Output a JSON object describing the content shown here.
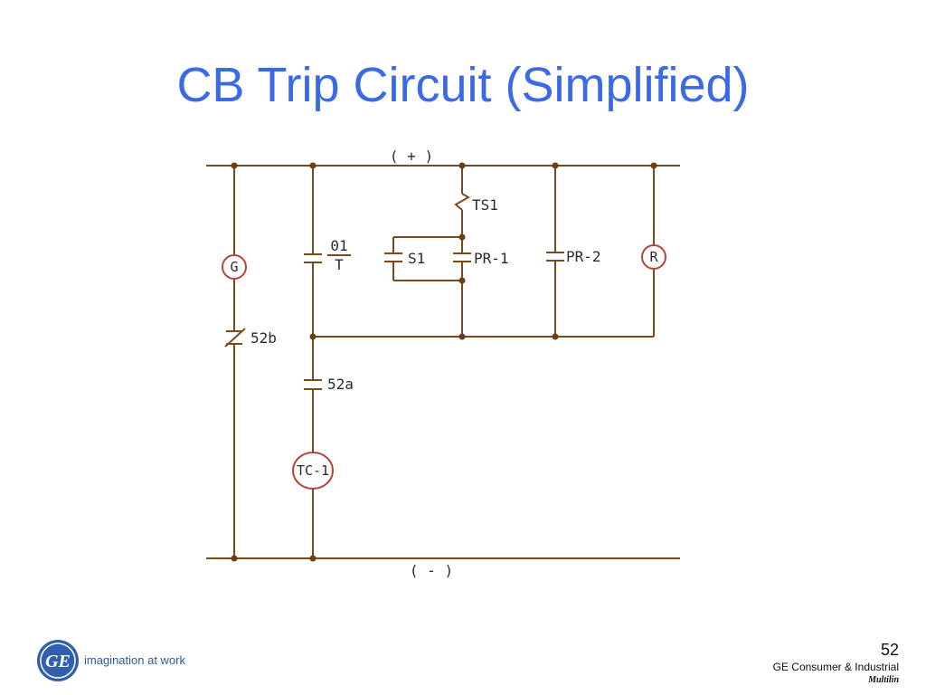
{
  "title": "CB Trip Circuit (Simplified)",
  "diagram": {
    "positive_bus": "( + )",
    "negative_bus": "( - )",
    "labels": {
      "ts1": "TS1",
      "s1": "S1",
      "pr1": "PR-1",
      "pr2": "PR-2",
      "c52b": "52b",
      "c52a": "52a",
      "frac_top": "01",
      "frac_bottom": "T"
    },
    "coils": {
      "g": "G",
      "r": "R",
      "tc1": "TC-1"
    }
  },
  "footer": {
    "tagline": "imagination at work",
    "logo_text": "GE",
    "page_number": "52",
    "company": "GE Consumer & Industrial",
    "brand": "Multilin"
  }
}
